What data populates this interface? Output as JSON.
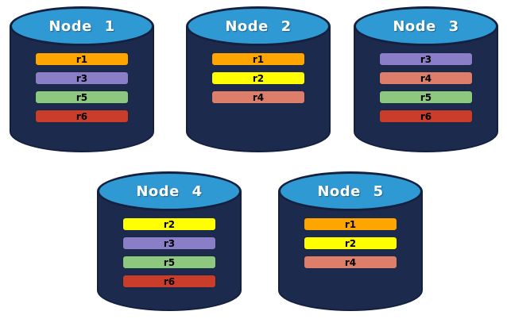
{
  "palette": {
    "background": "#FFFFFF",
    "cylinder_body": "#1C2A4E",
    "cylinder_top": "#2F99D4",
    "outline": "#14203E",
    "title_text": "#FFFFFF",
    "bar_text": "#000000"
  },
  "replica_colors": {
    "r1": "#FFA500",
    "r2": "#FFFF00",
    "r3": "#8B7EC8",
    "r4": "#DC7E69",
    "r5": "#8CC87D",
    "r6": "#C93D2A"
  },
  "nodes": [
    {
      "title": "Node 1",
      "replicas": [
        {
          "label": "r1",
          "color": "#FFA500"
        },
        {
          "label": "r3",
          "color": "#8B7EC8"
        },
        {
          "label": "r5",
          "color": "#8CC87D"
        },
        {
          "label": "r6",
          "color": "#C93D2A"
        }
      ]
    },
    {
      "title": "Node 2",
      "replicas": [
        {
          "label": "r1",
          "color": "#FFA500"
        },
        {
          "label": "r2",
          "color": "#FFFF00"
        },
        {
          "label": "r4",
          "color": "#DC7E69"
        }
      ]
    },
    {
      "title": "Node 3",
      "replicas": [
        {
          "label": "r3",
          "color": "#8B7EC8"
        },
        {
          "label": "r4",
          "color": "#DC7E69"
        },
        {
          "label": "r5",
          "color": "#8CC87D"
        },
        {
          "label": "r6",
          "color": "#C93D2A"
        }
      ]
    },
    {
      "title": "Node 4",
      "replicas": [
        {
          "label": "r2",
          "color": "#FFFF00"
        },
        {
          "label": "r3",
          "color": "#8B7EC8"
        },
        {
          "label": "r5",
          "color": "#8CC87D"
        },
        {
          "label": "r6",
          "color": "#C93D2A"
        }
      ]
    },
    {
      "title": "Node 5",
      "replicas": [
        {
          "label": "r1",
          "color": "#FFA500"
        },
        {
          "label": "r2",
          "color": "#FFFF00"
        },
        {
          "label": "r4",
          "color": "#DC7E69"
        }
      ]
    }
  ]
}
